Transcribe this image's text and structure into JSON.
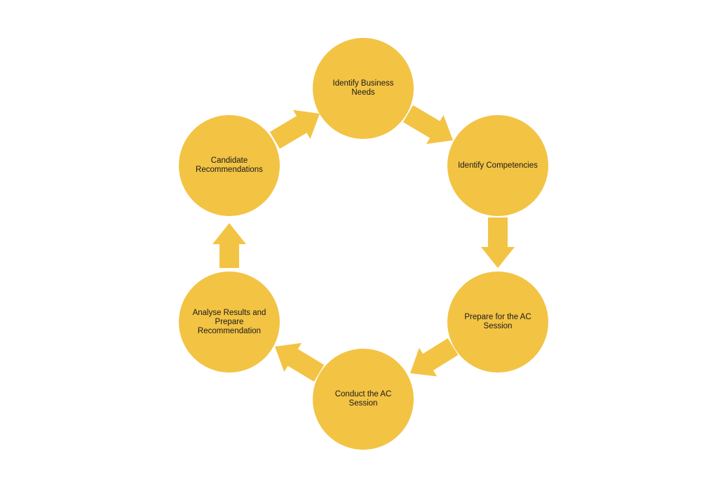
{
  "colors": {
    "node_fill": "#F3C344",
    "arrow_fill": "#F3C344",
    "text": "#1a1a1a",
    "background": "#ffffff"
  },
  "cycle": {
    "steps": [
      {
        "label": "Identify Business Needs"
      },
      {
        "label": "Identify Competencies"
      },
      {
        "label": "Prepare for the AC Session"
      },
      {
        "label": "Conduct the AC Session"
      },
      {
        "label": "Analyse Results and Prepare Recommendation"
      },
      {
        "label": "Candidate Recommendations"
      }
    ]
  }
}
